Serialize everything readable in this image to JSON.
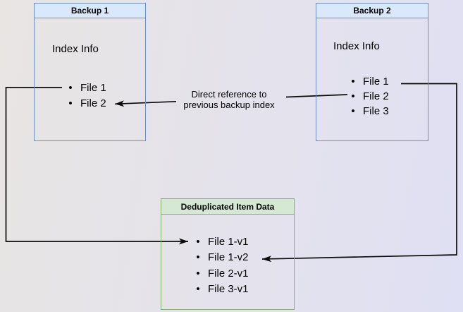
{
  "colors": {
    "blue_fill": "#dae8fc",
    "blue_border": "#6c8ebf",
    "green_fill": "#d5e8d4",
    "green_border": "#82b366",
    "line": "#0b0b0b",
    "bg_left": "#e8e5e3",
    "bg_right": "#dfe0f4"
  },
  "boxes": {
    "backup1": {
      "title": "Backup 1",
      "subtitle": "Index Info",
      "items": [
        "File 1",
        "File 2"
      ]
    },
    "backup2": {
      "title": "Backup 2",
      "subtitle": "Index Info",
      "items": [
        "File 1",
        "File 2",
        "File 3"
      ]
    },
    "dedup": {
      "title": "Deduplicated Item Data",
      "items": [
        "File 1-v1",
        "File 1-v2",
        "File 2-v1",
        "File 3-v1"
      ]
    }
  },
  "annotation": {
    "line1": "Direct reference to",
    "line2": "previous backup index"
  },
  "bullet_glyph": "•",
  "connectors": [
    {
      "name": "direct-reference-arrow",
      "from": "Backup 2 / File 2",
      "to": "Backup 1 / File 2",
      "label": "Direct reference to previous backup index"
    },
    {
      "name": "backup1-file1-to-dedup-arrow",
      "from": "Backup 1 / File 1",
      "to": "Deduplicated Item Data / File 1-v1",
      "label": ""
    },
    {
      "name": "backup2-file1-to-dedup-arrow",
      "from": "Backup 2 / File 1",
      "to": "Deduplicated Item Data / File 1-v2",
      "label": ""
    }
  ]
}
